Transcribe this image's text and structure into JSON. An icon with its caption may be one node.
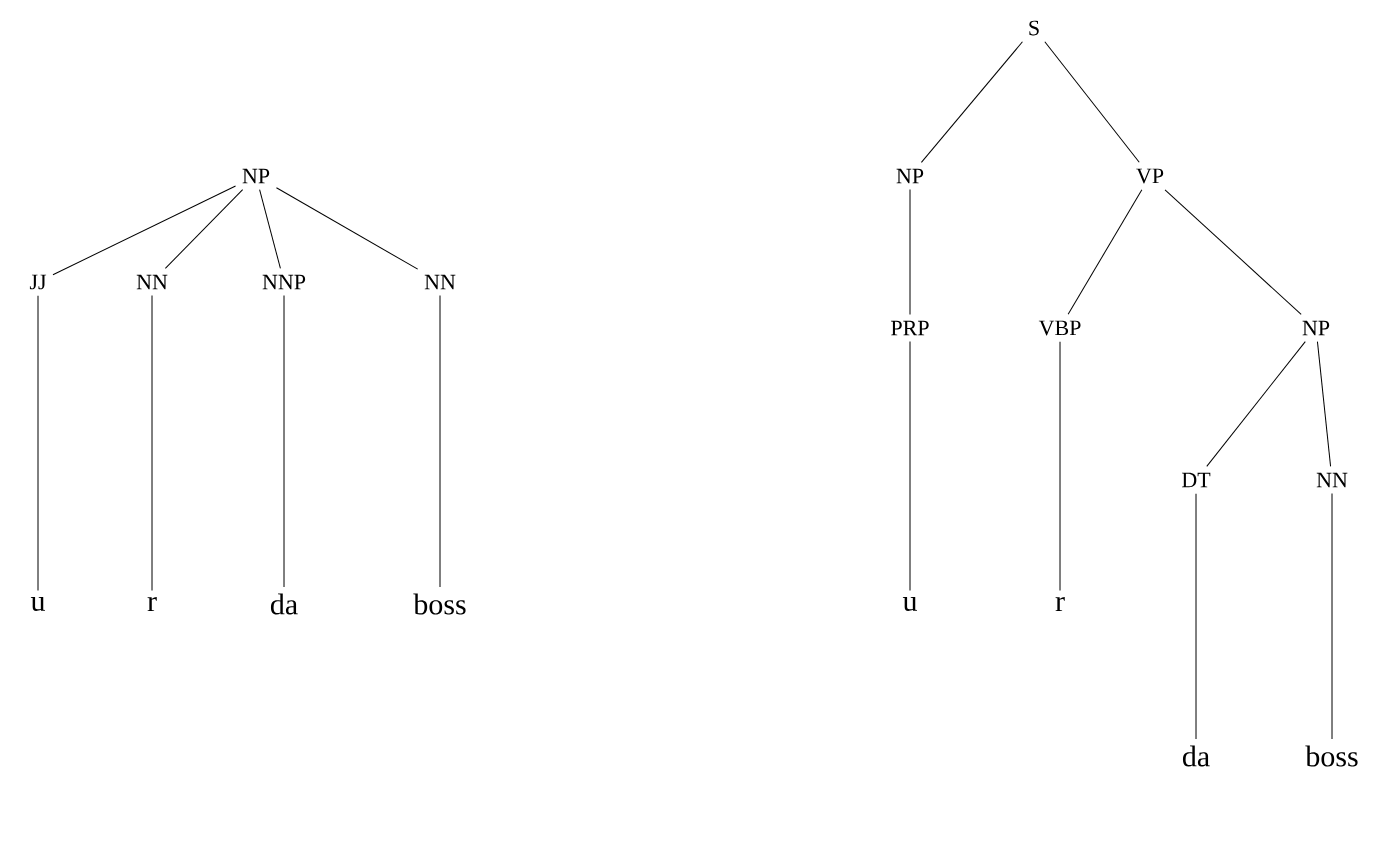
{
  "diagram": {
    "nodes": [
      {
        "text": [
          "NP"
        ]
      },
      {
        "text": [
          "JJ"
        ]
      },
      {
        "text": [
          "NN"
        ]
      },
      {
        "text": [
          "NNP"
        ]
      },
      {
        "text": [
          "NN"
        ]
      },
      {
        "text": [
          "u"
        ]
      },
      {
        "text": [
          "r"
        ]
      },
      {
        "text": [
          "da"
        ]
      },
      {
        "text": [
          "boss"
        ]
      },
      {
        "text": [
          "S"
        ]
      },
      {
        "text": [
          "NP"
        ]
      },
      {
        "text": [
          "VP"
        ]
      },
      {
        "text": [
          "PRP"
        ]
      },
      {
        "text": [
          "VBP"
        ]
      },
      {
        "text": [
          "NP"
        ]
      },
      {
        "text": [
          "DT"
        ]
      },
      {
        "text": [
          "NN"
        ]
      },
      {
        "text": [
          "u"
        ]
      },
      {
        "text": [
          "r"
        ]
      },
      {
        "text": [
          "da"
        ]
      },
      {
        "text": [
          "boss"
        ]
      }
    ],
    "edges": [
      {
        "from": 0,
        "to": 1,
        "arrow": "none"
      },
      {
        "from": 0,
        "to": 2,
        "arrow": "none"
      },
      {
        "from": 0,
        "to": 3,
        "arrow": "none"
      },
      {
        "from": 0,
        "to": 4,
        "arrow": "none"
      },
      {
        "from": 1,
        "to": 5,
        "arrow": "none"
      },
      {
        "from": 2,
        "to": 6,
        "arrow": "none"
      },
      {
        "from": 3,
        "to": 7,
        "arrow": "none"
      },
      {
        "from": 4,
        "to": 8,
        "arrow": "none"
      },
      {
        "from": 9,
        "to": 10,
        "arrow": "none"
      },
      {
        "from": 9,
        "to": 11,
        "arrow": "none"
      },
      {
        "from": 10,
        "to": 12,
        "arrow": "none"
      },
      {
        "from": 11,
        "to": 13,
        "arrow": "none"
      },
      {
        "from": 11,
        "to": 14,
        "arrow": "none"
      },
      {
        "from": 12,
        "to": 17,
        "arrow": "none"
      },
      {
        "from": 13,
        "to": 18,
        "arrow": "none"
      },
      {
        "from": 14,
        "to": 15,
        "arrow": "none"
      },
      {
        "from": 14,
        "to": 16,
        "arrow": "none"
      },
      {
        "from": 15,
        "to": 19,
        "arrow": "none"
      },
      {
        "from": 16,
        "to": 20,
        "arrow": "none"
      }
    ]
  }
}
